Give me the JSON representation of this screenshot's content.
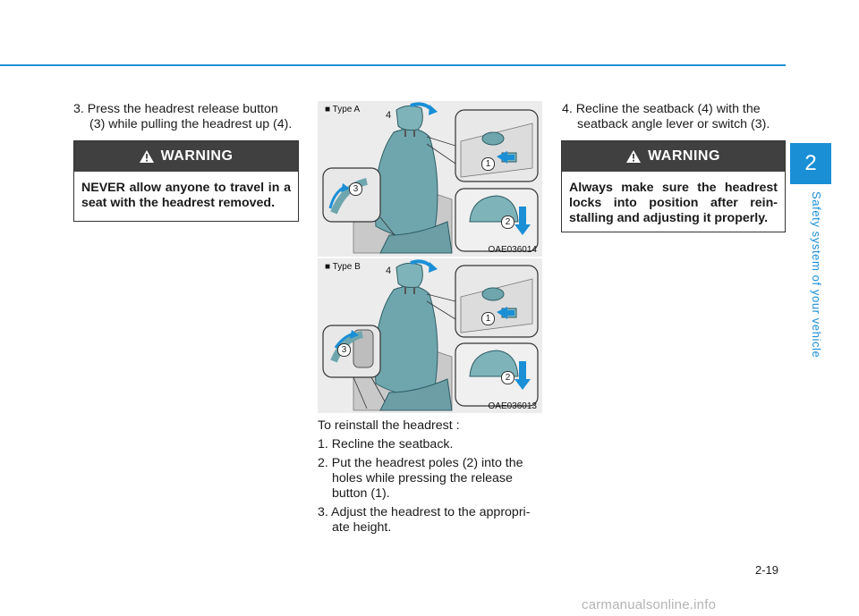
{
  "header": {
    "section_number": "2",
    "section_title": "Safety system of your vehicle",
    "accent": "#1a8fd6"
  },
  "left_column": {
    "step3_num": "3.",
    "step3_line1": "Press the headrest release button",
    "step3_line2": "(3) while pulling the headrest up (4).",
    "warning_title": "WARNING",
    "warning_text": "NEVER allow anyone to travel in a seat with the headrest removed."
  },
  "figure_a": {
    "label": "■ Type A",
    "code": "OAE036014",
    "callouts": [
      "4",
      "1",
      "2",
      "3"
    ]
  },
  "figure_b": {
    "label": "■ Type B",
    "code": "OAE036013",
    "callouts": [
      "4",
      "1",
      "3",
      "2"
    ]
  },
  "middle_column": {
    "reinstall_title": "To reinstall the headrest :",
    "steps": [
      {
        "num": "1.",
        "line1": "Recline the seatback."
      },
      {
        "num": "2.",
        "line1": "Put the headrest poles (2) into the",
        "line2": "holes while pressing the release",
        "line3": "button (1)."
      },
      {
        "num": "3.",
        "line1": "Adjust the headrest to the appropri-",
        "line2": "ate height."
      }
    ]
  },
  "right_column": {
    "step4_num": "4.",
    "step4_line1": "Recline the seatback (4) with the",
    "step4_line2": "seatback angle lever or switch (3).",
    "warning_title": "WARNING",
    "warning_text": "Always make sure the headrest locks into position after rein-stalling and adjusting it properly."
  },
  "footer": {
    "page_number": "2-19",
    "watermark": "carmanualsonline.info"
  }
}
